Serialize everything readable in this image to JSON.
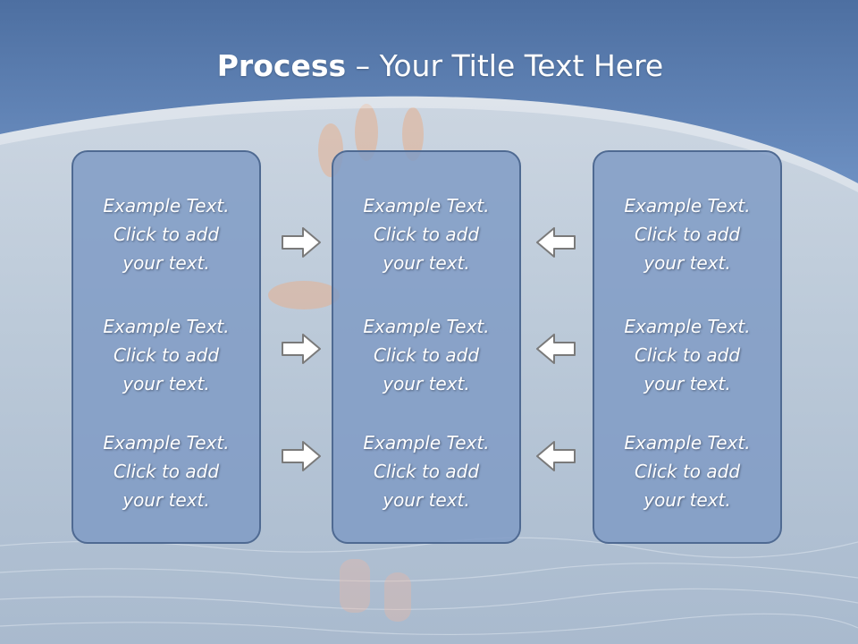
{
  "title": {
    "bold": "Process",
    "rest": " – Your Title Text Here"
  },
  "columns": [
    {
      "items": [
        [
          "Example Text.",
          "Click  to add",
          "your text."
        ],
        [
          "Example Text.",
          "Click  to add",
          "your text."
        ],
        [
          "Example Text.",
          "Click  to add",
          "your text."
        ]
      ]
    },
    {
      "items": [
        [
          "Example Text.",
          "Click  to add",
          "your text."
        ],
        [
          "Example Text.",
          "Click  to add",
          "your text."
        ],
        [
          "Example Text.",
          "Click  to add",
          "your text."
        ]
      ]
    },
    {
      "items": [
        [
          "Example Text.",
          "Click  to add",
          "your text."
        ],
        [
          "Example Text.",
          "Click  to add",
          "your text."
        ],
        [
          "Example Text.",
          "Click  to add",
          "your text."
        ]
      ]
    }
  ],
  "arrows": {
    "left_group": "right-arrow-icon",
    "right_group": "left-arrow-icon"
  },
  "colors": {
    "header_blue": "#5b80b3",
    "box_fill": "#7e9ac4",
    "box_border": "#4f6a92",
    "arrow_fill": "#ffffff",
    "arrow_stroke": "#7a7a7a"
  }
}
